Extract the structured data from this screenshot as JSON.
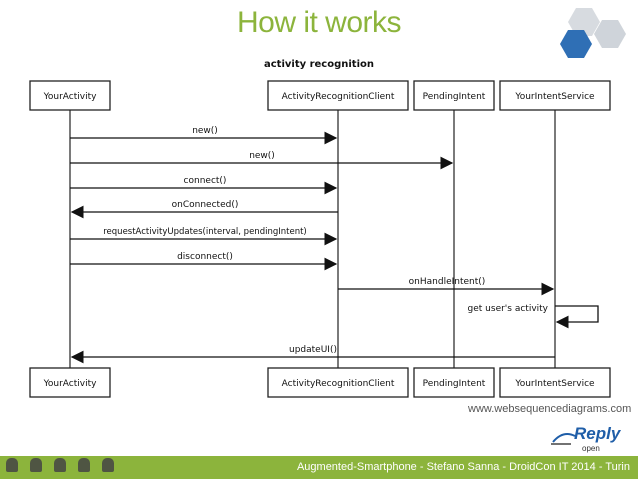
{
  "title": "How it works",
  "diagram": {
    "caption": "activity recognition",
    "participants": [
      "YourActivity",
      "ActivityRecognitionClient",
      "PendingIntent",
      "YourIntentService"
    ],
    "messages": [
      {
        "label": "new()",
        "from": 0,
        "to": 1
      },
      {
        "label": "new()",
        "from": 0,
        "to": 2
      },
      {
        "label": "connect()",
        "from": 0,
        "to": 1
      },
      {
        "label": "onConnected()",
        "from": 1,
        "to": 0
      },
      {
        "label": "requestActivityUpdates(interval, pendingIntent)",
        "from": 0,
        "to": 1
      },
      {
        "label": "disconnect()",
        "from": 0,
        "to": 1
      },
      {
        "label": "onHandleIntent()",
        "from": 1,
        "to": 3
      },
      {
        "label": "get user's activity",
        "from": 3,
        "to": 3
      },
      {
        "label": "updateUI()",
        "from": 3,
        "to": 0
      }
    ],
    "watermark": "www.websequencediagrams.com"
  },
  "footer": {
    "text": "Augmented-Smartphone - Stefano Sanna - DroidCon IT 2014 - Turin"
  },
  "brand": {
    "name": "Reply",
    "tag": "open"
  },
  "colors": {
    "accent": "#8cb43c",
    "brand_blue": "#1f5ea8"
  }
}
